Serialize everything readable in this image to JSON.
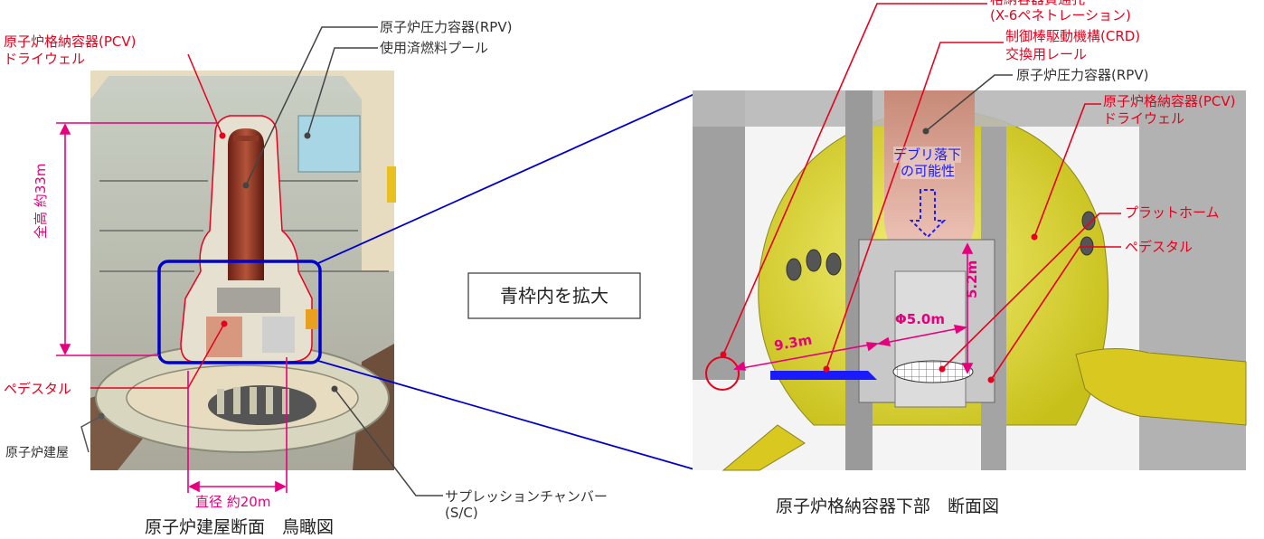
{
  "colors": {
    "red": "#e8001c",
    "pink": "#e6007e",
    "blue": "#1a1aff",
    "gray_line": "#444444",
    "frame_blue": "#0000cc"
  },
  "left": {
    "pcv_drywell": [
      "原子炉格納容器(PCV)",
      "ドライウェル"
    ],
    "rpv": "原子炉圧力容器(RPV)",
    "spent_fuel_pool": "使用済燃料プール",
    "height": "全高 約33m",
    "pedestal": "ペデスタル",
    "reactor_building": "原子炉建屋",
    "diameter": "直径 約20m",
    "suppression_chamber": [
      "サプレッションチャンバー",
      "(S/C)"
    ],
    "caption": "原子炉建屋断面　鳥瞰図"
  },
  "center": {
    "zoom_label": "青枠内を拡大"
  },
  "right": {
    "penetration": [
      "格納容器貫通孔",
      "(X-6ペネトレーション)"
    ],
    "crd_rail": [
      "制御棒駆動機構(CRD)",
      "交換用レール"
    ],
    "rpv": "原子炉圧力容器(RPV)",
    "pcv_drywell": [
      "原子炉格納容器(PCV)",
      "ドライウェル"
    ],
    "platform": "プラットホーム",
    "pedestal": "ペデスタル",
    "debris": [
      "デブリ落下",
      "の可能性"
    ],
    "dim_height": "5.2m",
    "dim_diameter": "Φ5.0m",
    "dim_rail": "9.3m",
    "caption": "原子炉格納容器下部　断面図"
  }
}
